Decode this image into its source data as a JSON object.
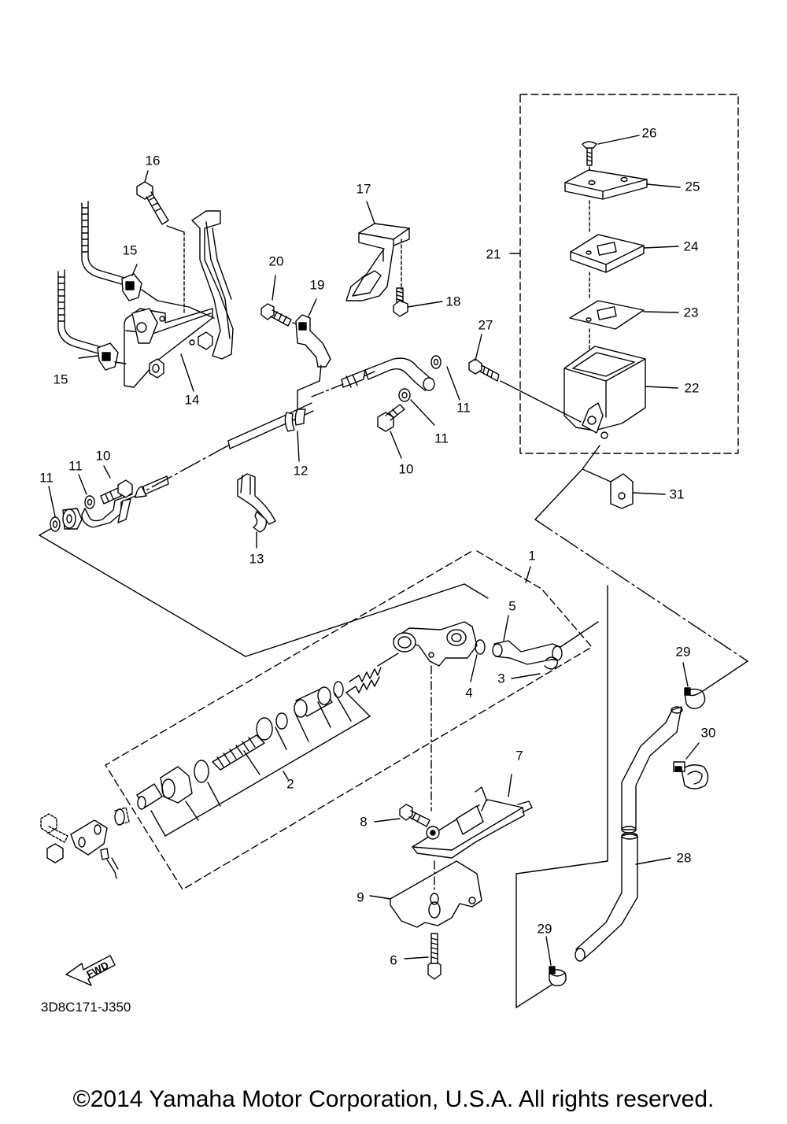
{
  "diagram": {
    "callouts": [
      "1",
      "2",
      "3",
      "4",
      "5",
      "6",
      "7",
      "8",
      "9",
      "10",
      "10",
      "11",
      "11",
      "11",
      "11",
      "12",
      "13",
      "14",
      "15",
      "15",
      "16",
      "17",
      "18",
      "19",
      "20",
      "21",
      "22",
      "23",
      "24",
      "25",
      "26",
      "27",
      "28",
      "29",
      "29",
      "30",
      "31"
    ],
    "fwd_label": "FWD",
    "figure_code": "3D8C171-J350"
  },
  "footer": {
    "copyright": "©2014 Yamaha Motor Corporation, U.S.A. All rights reserved."
  },
  "colors": {
    "line": "#000000",
    "background": "#ffffff"
  }
}
